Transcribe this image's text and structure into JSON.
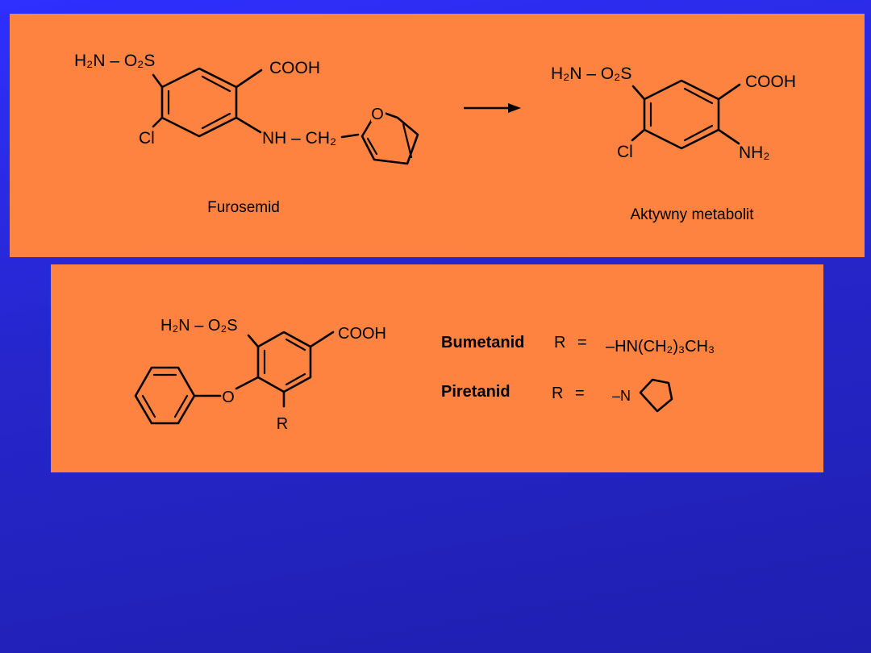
{
  "top_panel": {
    "reactant": {
      "name": "Furosemid",
      "sulfonamide_group": "H₂N – O₂S",
      "carboxyl_group": "COOH",
      "halogen": "Cl",
      "amine_linker": "NH – CH₂",
      "furan_oxygen": "O"
    },
    "product": {
      "name": "Aktywny metabolit",
      "sulfonamide_group": "H₂N – O₂S",
      "carboxyl_group": "COOH",
      "halogen": "Cl",
      "amine_group": "NH₂"
    }
  },
  "bottom_panel": {
    "scaffold": {
      "sulfonamide_group": "H₂N – O₂S",
      "carboxyl_group": "COOH",
      "ether_oxygen": "O",
      "substituent": "R"
    },
    "derivatives": [
      {
        "name": "Bumetanid",
        "r_label": "R",
        "equals": "=",
        "r_group": "–HN(CH₂)₃CH₃"
      },
      {
        "name": "Piretanid",
        "r_label": "R",
        "equals": "=",
        "r_group": "–N",
        "r_ring": "pyrrolidine-icon"
      }
    ]
  }
}
